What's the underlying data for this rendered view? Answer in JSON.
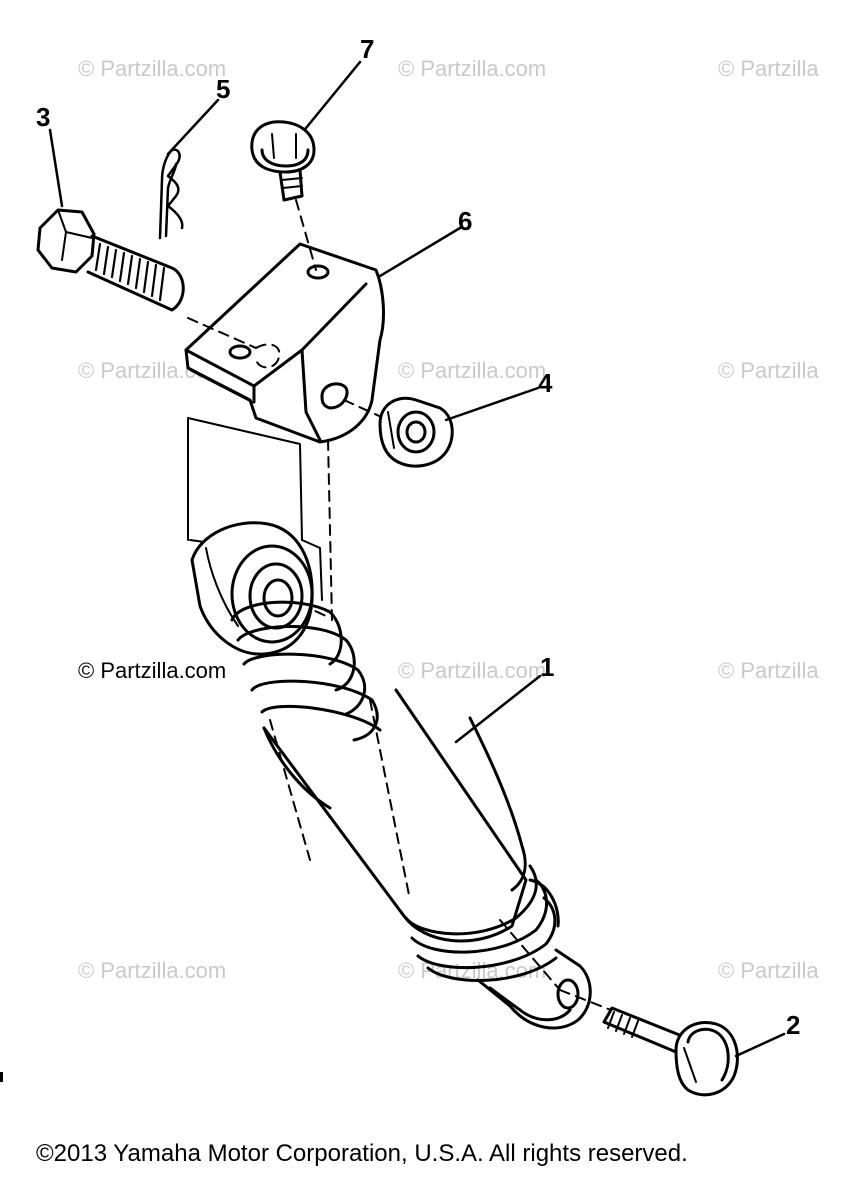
{
  "watermark": "© Partzilla.com",
  "watermark_cut": "© Partzilla",
  "callouts": {
    "c1": "1",
    "c2": "2",
    "c3": "3",
    "c4": "4",
    "c5": "5",
    "c6": "6",
    "c7": "7"
  },
  "copyright": "©2013  Yamaha Motor Corporation, U.S.A. All rights reserved.",
  "colors": {
    "line": "#000000",
    "watermark": "#c9c9c9",
    "background": "#ffffff"
  }
}
